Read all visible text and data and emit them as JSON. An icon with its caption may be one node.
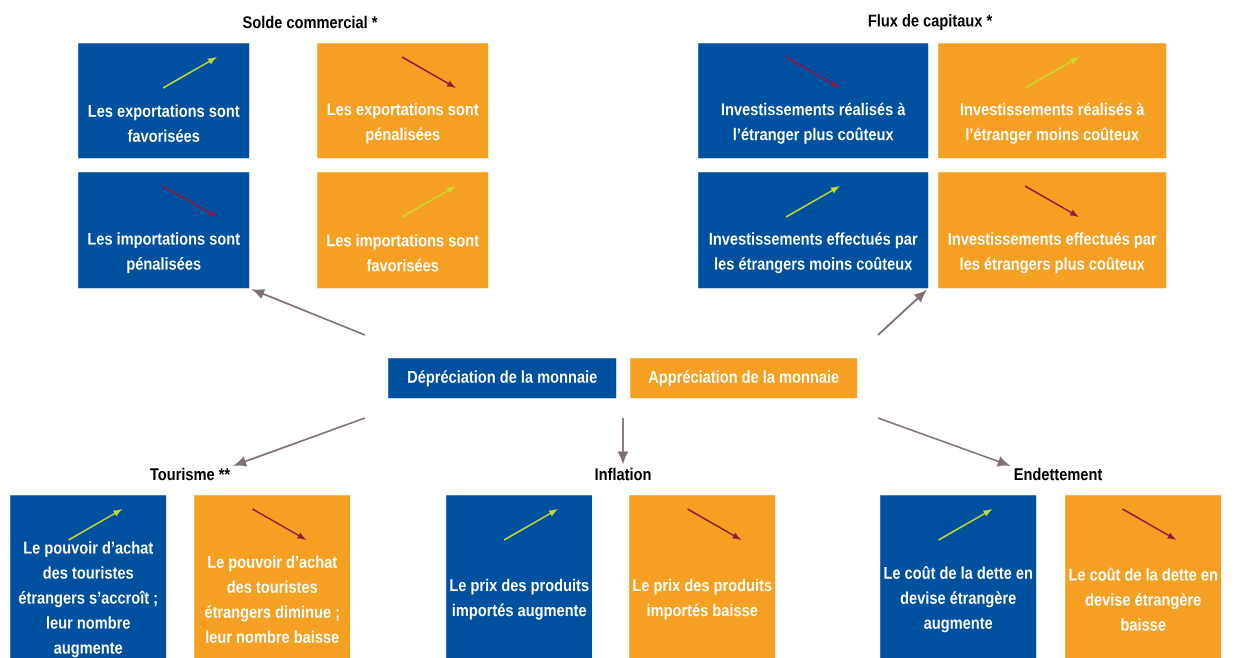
{
  "diagram": {
    "nodes": [
      {
        "text": [
          "Solde commercial *"
        ]
      },
      {
        "text": [
          "Les exportations sont favorisées"
        ]
      },
      {
        "text": [
          "Les exportations sont pénalisées"
        ]
      },
      {
        "text": [
          "Les importations sont pénalisées"
        ]
      },
      {
        "text": [
          "Les importations sont favorisées"
        ]
      },
      {
        "text": [
          "Flux de capitaux *"
        ]
      },
      {
        "text": [
          "Investissements réalisés à l’étranger plus coûteux"
        ]
      },
      {
        "text": [
          "Investissements réalisés à l’étranger moins coûteux"
        ]
      },
      {
        "text": [
          "Investissements effectués par les étrangers moins coûteux"
        ]
      },
      {
        "text": [
          "Investissements effectués par les étrangers plus coûteux"
        ]
      },
      {
        "text": [
          "Dépréciation de la monnaie"
        ]
      },
      {
        "text": [
          "Appréciation de la monnaie"
        ]
      },
      {
        "text": [
          "Tourisme **"
        ]
      },
      {
        "text": [
          "Le pouvoir d’achat des touristes étrangers s’accroît ; leur nombre augmente"
        ]
      },
      {
        "text": [
          "Le pouvoir d’achat des touristes étrangers diminue ; leur nombre baisse"
        ]
      },
      {
        "text": [
          "Inflation"
        ]
      },
      {
        "text": [
          "Le prix des produits importés augmente"
        ]
      },
      {
        "text": [
          "Le prix des produits importés baisse"
        ]
      },
      {
        "text": [
          "Endettement"
        ]
      },
      {
        "text": [
          "Le coût de la dette en devise étrangère augmente"
        ]
      },
      {
        "text": [
          "Le coût de la dette en devise étrangère baisse"
        ]
      }
    ],
    "edges": [
      {
        "from": null,
        "to": 3,
        "arrow": "to"
      },
      {
        "from": null,
        "to": 8,
        "arrow": "to"
      },
      {
        "from": null,
        "to": 12,
        "arrow": "to"
      },
      {
        "from": null,
        "to": 15,
        "arrow": "to"
      },
      {
        "from": null,
        "to": 18,
        "arrow": "to"
      }
    ]
  }
}
